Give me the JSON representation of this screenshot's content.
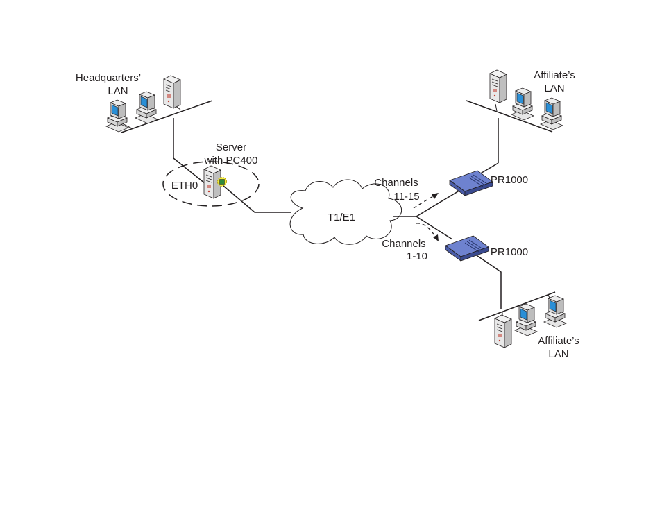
{
  "labels": {
    "hq_lan_line1": "Headquarters’",
    "hq_lan_line2": "LAN",
    "server_line1": "Server",
    "server_line2": "with PC400",
    "eth0": "ETH0",
    "cloud": "T1/E1",
    "channels_top_line1": "Channels",
    "channels_top_line2": "11-15",
    "channels_bottom_line1": "Channels",
    "channels_bottom_line2": "1-10",
    "router_top": "PR1000",
    "router_bottom": "PR1000",
    "affiliate_top_line1": "Affiliate’s",
    "affiliate_top_line2": "LAN",
    "affiliate_bottom_line1": "Affiliate’s",
    "affiliate_bottom_line2": "LAN"
  },
  "colors": {
    "line": "#231f20",
    "router": "#5b6fbd",
    "router_dark": "#3a4a8f",
    "monitor_screen": "#2a8fd6",
    "device_body": "#e6e6e6",
    "card_highlight": "#f5ee3c",
    "card_green": "#2e8b3a"
  }
}
